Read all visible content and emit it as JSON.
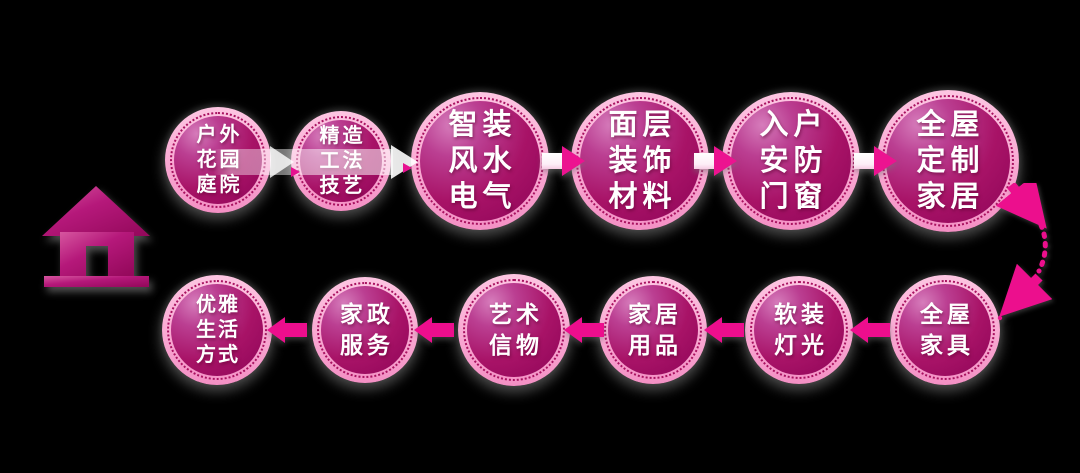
{
  "palette": {
    "background": "#000000",
    "ring_pink": "#f9a8d2",
    "dotted_ring": "#a8115f",
    "circle_light": "#d67cbb",
    "circle_main": "#a81367",
    "circle_dark": "#8c0758",
    "arrow_magenta": "#ed0e8d",
    "band_white": "rgba(255,255,255,0.5)",
    "text": "#ffffff"
  },
  "icons": {
    "home": "home-icon"
  },
  "nodes": {
    "top": [
      {
        "label": "户外花园庭院",
        "lines": [
          "户外",
          "花园",
          "庭院"
        ]
      },
      {
        "label": "精造工法技艺",
        "lines": [
          "精造",
          "工法",
          "技艺"
        ]
      },
      {
        "label": "智装风水电气",
        "lines": [
          "智装",
          "风水",
          "电气"
        ]
      },
      {
        "label": "面层装饰材料",
        "lines": [
          "面层",
          "装饰",
          "材料"
        ]
      },
      {
        "label": "入户安防门窗",
        "lines": [
          "入户",
          "安防",
          "门窗"
        ]
      },
      {
        "label": "全屋定制家居",
        "lines": [
          "全屋",
          "定制",
          "家居"
        ]
      }
    ],
    "bottom": [
      {
        "label": "全屋家具",
        "lines": [
          "全屋",
          "家具"
        ]
      },
      {
        "label": "软装灯光",
        "lines": [
          "软装",
          "灯光"
        ]
      },
      {
        "label": "家居用品",
        "lines": [
          "家居",
          "用品"
        ]
      },
      {
        "label": "艺术信物",
        "lines": [
          "艺术",
          "信物"
        ]
      },
      {
        "label": "家政服务",
        "lines": [
          "家政",
          "服务"
        ]
      },
      {
        "label": "优雅生活方式",
        "lines": [
          "优雅",
          "生活",
          "方式"
        ]
      }
    ]
  }
}
